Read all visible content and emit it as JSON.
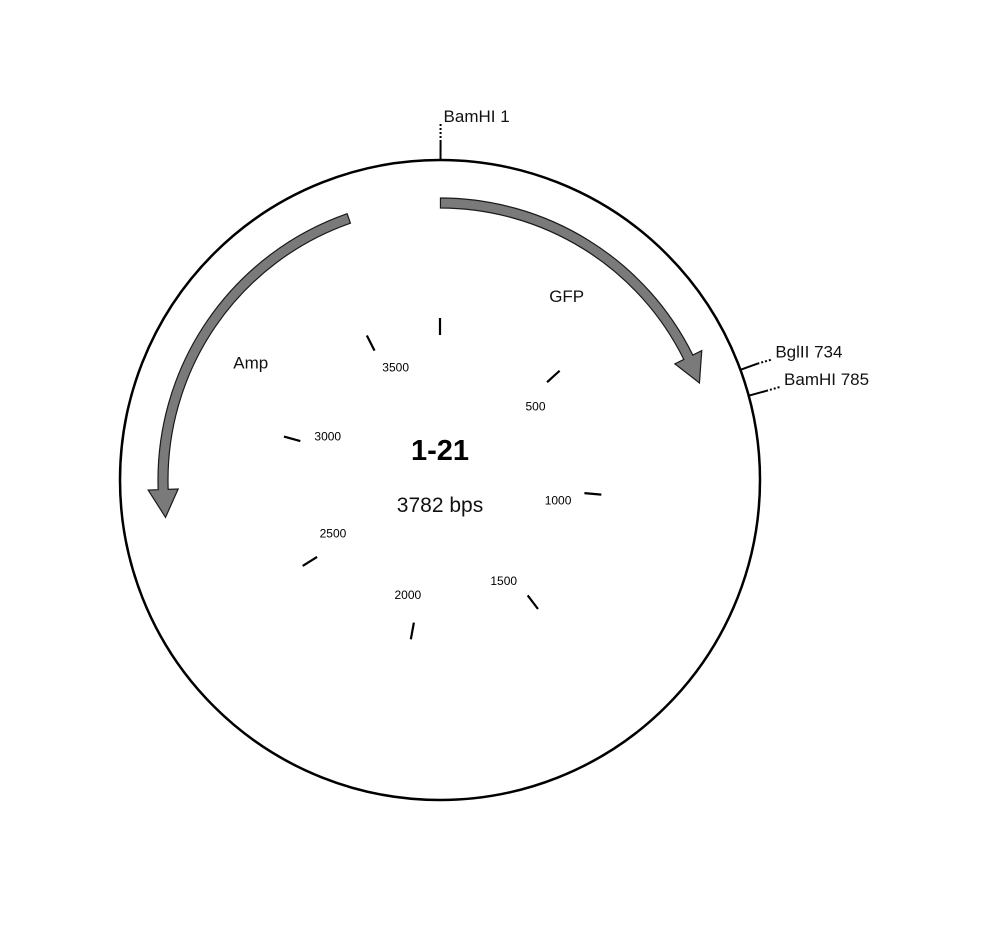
{
  "plasmid": {
    "name": "1-21",
    "size_label": "3782 bps",
    "length": 3782
  },
  "sites": [
    {
      "label": "BamHI 1",
      "position": 1
    },
    {
      "label": "BglII 734",
      "position": 734
    },
    {
      "label": "BamHI 785",
      "position": 785
    }
  ],
  "features": [
    {
      "name": "GFP",
      "start": 1,
      "end": 730,
      "direction": "clockwise",
      "color": "#7a7a7a"
    },
    {
      "name": "Amp",
      "start": 2755,
      "end": 3580,
      "direction": "counterclockwise",
      "color": "#7a7a7a"
    }
  ],
  "ticks": [
    {
      "position": 0,
      "label": ""
    },
    {
      "position": 500,
      "label": "500"
    },
    {
      "position": 1000,
      "label": "1000"
    },
    {
      "position": 1500,
      "label": "1500"
    },
    {
      "position": 2000,
      "label": "2000"
    },
    {
      "position": 2500,
      "label": "2500"
    },
    {
      "position": 3000,
      "label": "3000"
    },
    {
      "position": 3500,
      "label": "3500"
    }
  ]
}
